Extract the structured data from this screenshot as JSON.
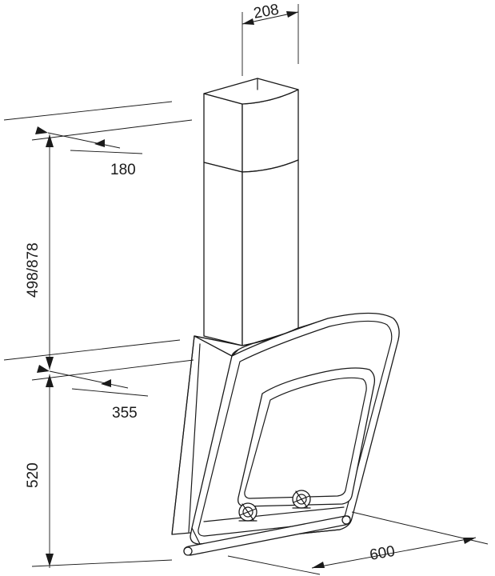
{
  "dimensions": {
    "chimney_width": "208",
    "chimney_depth": "180",
    "chimney_height": "498/878",
    "hood_depth": "355",
    "hood_height": "520",
    "hood_width": "600"
  }
}
